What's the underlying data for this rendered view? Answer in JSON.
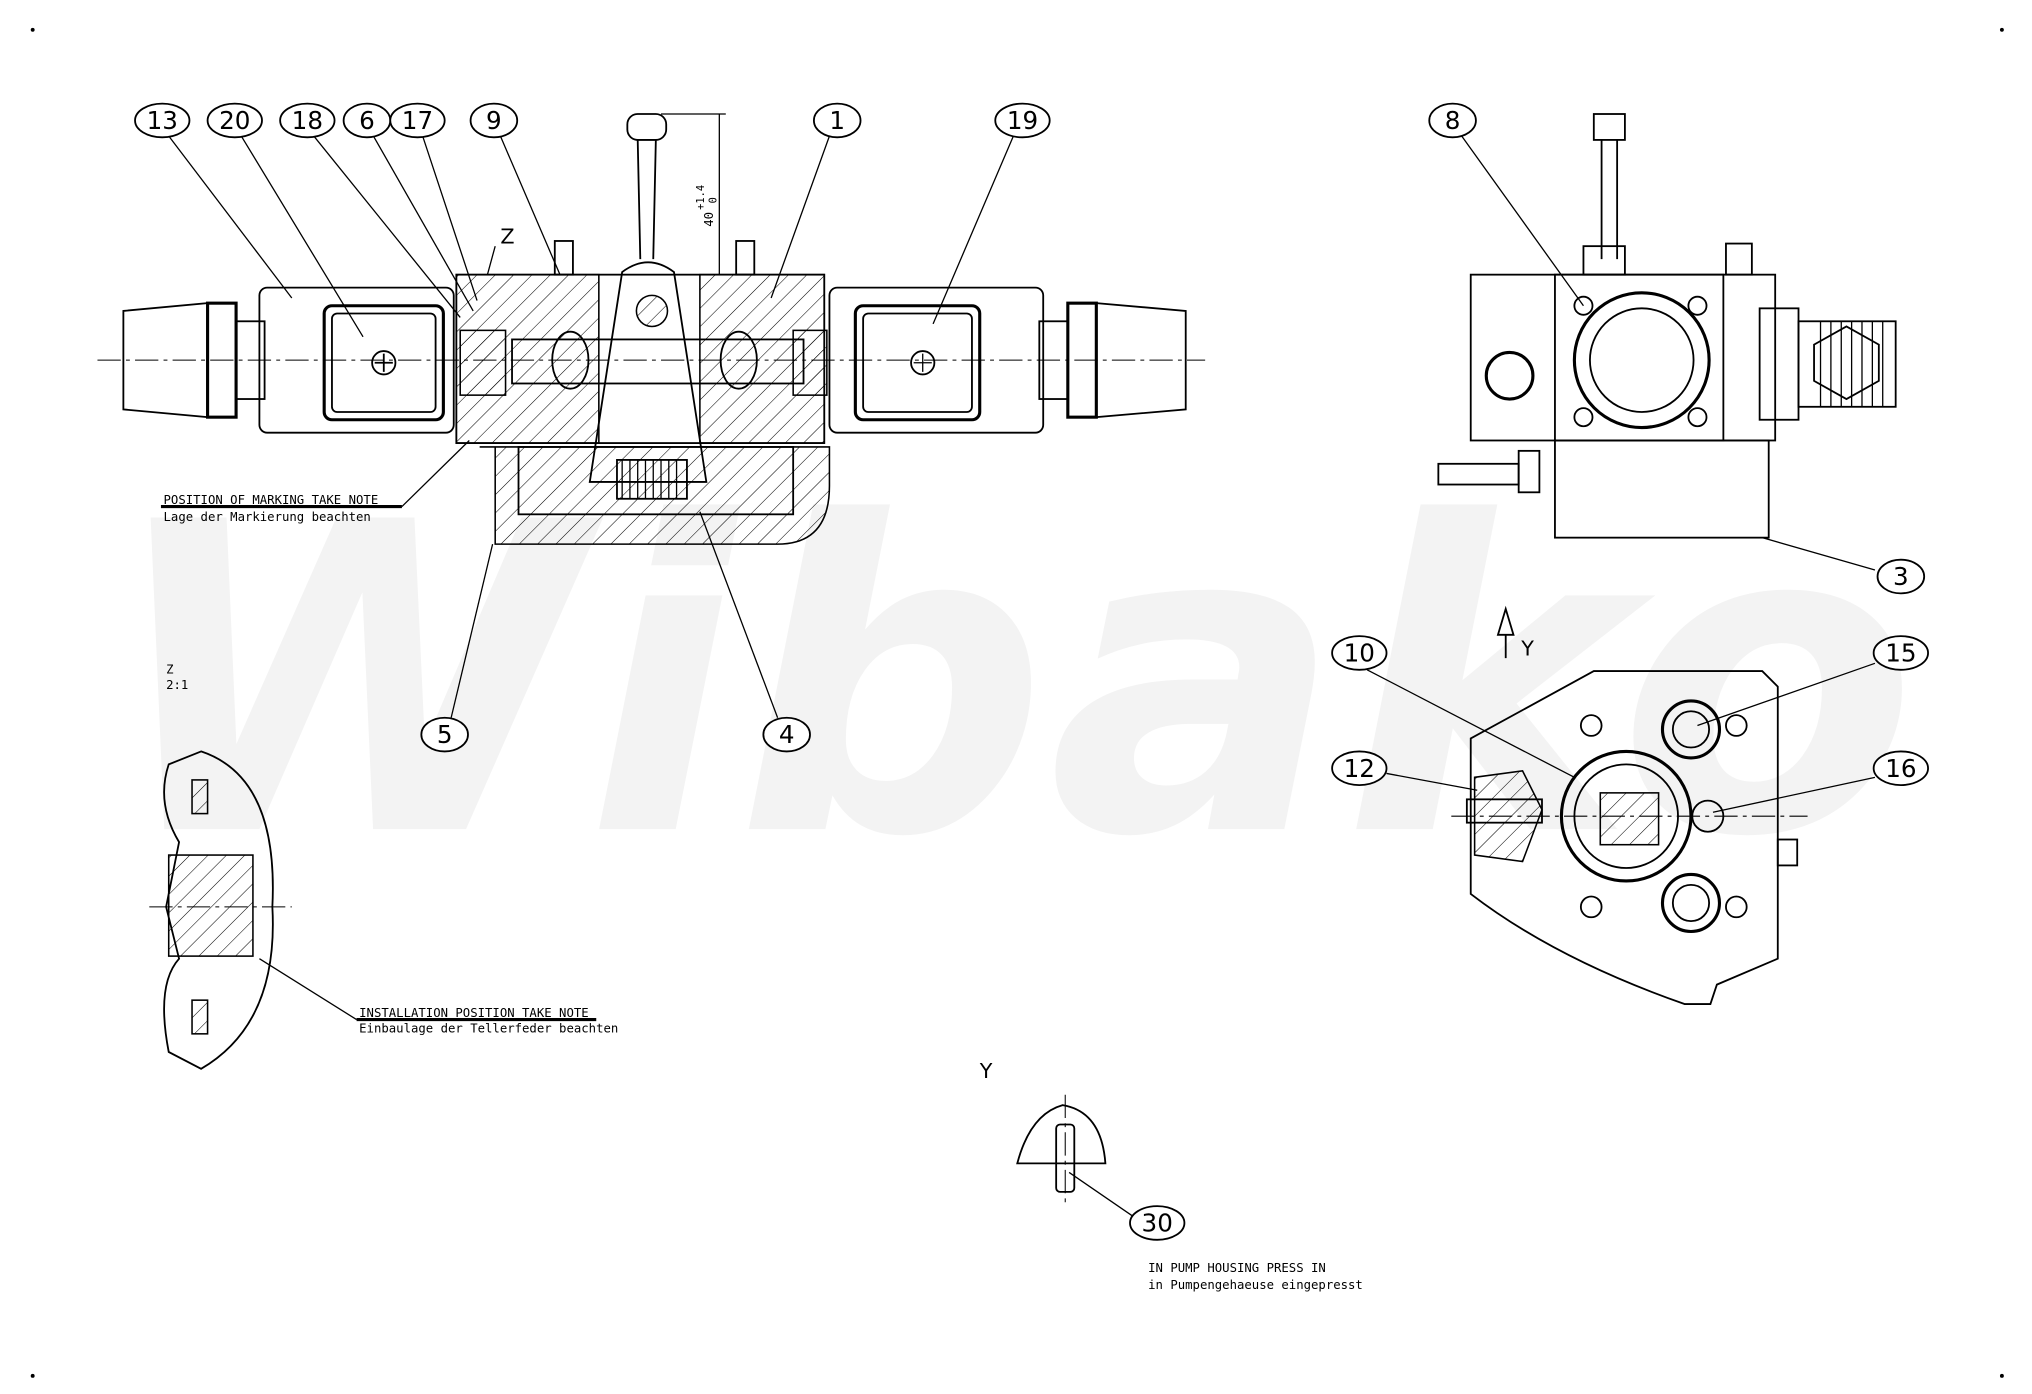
{
  "watermark": "Wibako",
  "balloons": [
    "13",
    "20",
    "18",
    "6",
    "17",
    "9",
    "1",
    "19",
    "8",
    "3",
    "10",
    "15",
    "12",
    "16",
    "5",
    "4",
    "30"
  ],
  "dimension": {
    "value": "40",
    "tolerance_upper": "+1.4",
    "tolerance_lower": "0"
  },
  "view_labels": {
    "z_section": "Z",
    "y_arrow": "Y",
    "y_view": "Y"
  },
  "detail": {
    "name": "Z",
    "scale": "2:1"
  },
  "notes": {
    "marking_en": "POSITION OF MARKING TAKE NOTE",
    "marking_de": "Lage der Markierung beachten",
    "install_en": "INSTALLATION POSITION TAKE NOTE",
    "install_de": "Einbaulage der Tellerfeder beachten",
    "press_en": "IN PUMP HOUSING PRESS IN",
    "press_de": "in Pumpengehaeuse eingepresst"
  }
}
